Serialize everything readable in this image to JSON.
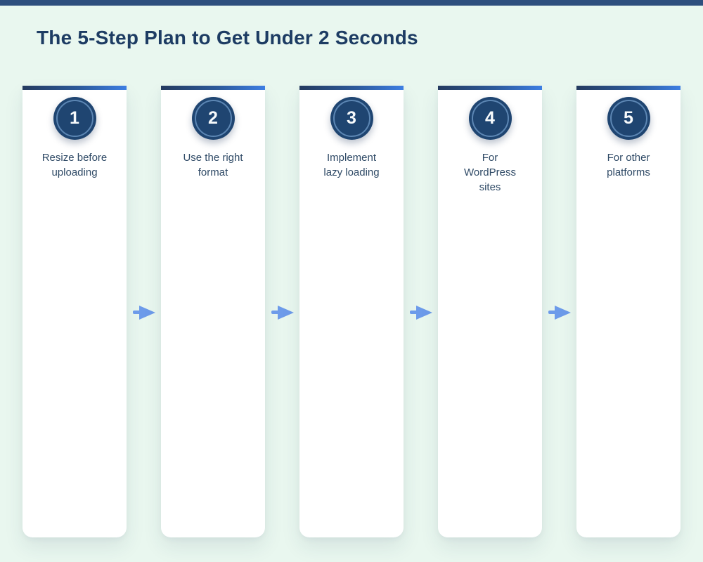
{
  "page": {
    "title": "The 5-Step Plan to Get Under 2 Seconds",
    "background_color": "#e9f7ef",
    "top_strip_color": "#2e4f7e",
    "title_color": "#1d3c63"
  },
  "steps": [
    {
      "number": "1",
      "label": "Resize before\nuploading"
    },
    {
      "number": "2",
      "label": "Use the right\nformat"
    },
    {
      "number": "3",
      "label": "Implement\nlazy loading"
    },
    {
      "number": "4",
      "label": "For\nWordPress\nsites"
    },
    {
      "number": "5",
      "label": "For other\nplatforms"
    }
  ],
  "style": {
    "card_color": "#ffffff",
    "card_top_bar_gradient_start": "#243a5f",
    "card_top_bar_gradient_end": "#3d7ee3",
    "badge_fill": "#1f4571",
    "badge_ring": "#6c96c4",
    "badge_number_color": "#f7fafc",
    "label_color": "#2f4a66",
    "arrow_color": "#6d9bea",
    "arrow_direction": "right"
  }
}
